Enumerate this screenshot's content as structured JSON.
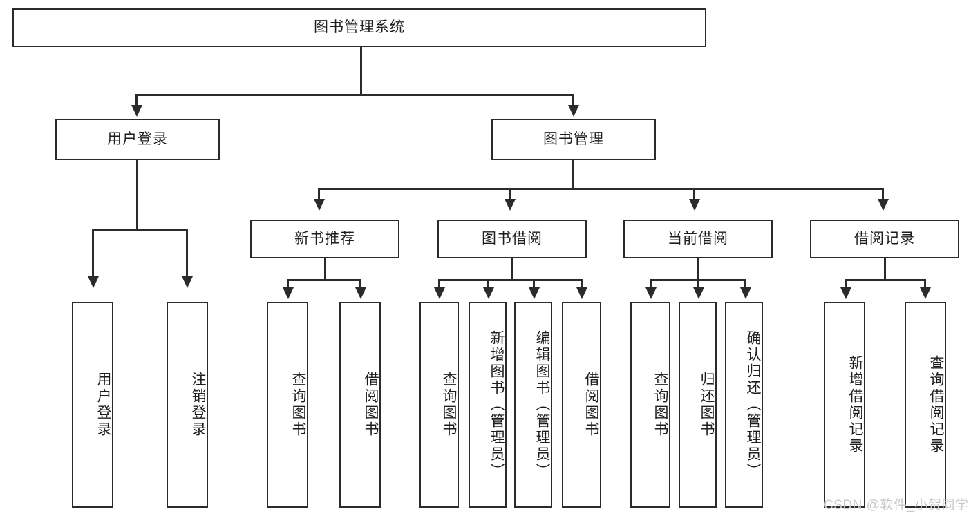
{
  "diagram": {
    "type": "tree-hierarchy",
    "root": {
      "label": "图书管理系统"
    },
    "level2": [
      {
        "label": "用户登录"
      },
      {
        "label": "图书管理"
      }
    ],
    "level3": [
      {
        "label": "新书推荐"
      },
      {
        "label": "图书借阅"
      },
      {
        "label": "当前借阅"
      },
      {
        "label": "借阅记录"
      }
    ],
    "leaves": {
      "user_login": [
        {
          "label": "用户登录"
        },
        {
          "label": "注销登录"
        }
      ],
      "new_book": [
        {
          "label": "查询图书"
        },
        {
          "label": "借阅图书"
        }
      ],
      "book_borrow": [
        {
          "label": "查询图书"
        },
        {
          "label": "新增图书（管理员）"
        },
        {
          "label": "编辑图书（管理员）"
        },
        {
          "label": "借阅图书"
        }
      ],
      "current_borrow": [
        {
          "label": "查询图书"
        },
        {
          "label": "归还图书"
        },
        {
          "label": "确认归还（管理员）"
        }
      ],
      "borrow_record": [
        {
          "label": "新增借阅记录"
        },
        {
          "label": "查询借阅记录"
        }
      ]
    }
  },
  "watermark": {
    "text": "CSDN @软件_小贺同学"
  },
  "colors": {
    "stroke": "#2b2b2b",
    "text": "#1e1e1e",
    "background": "#ffffff",
    "watermark": "#c9c9c9"
  }
}
